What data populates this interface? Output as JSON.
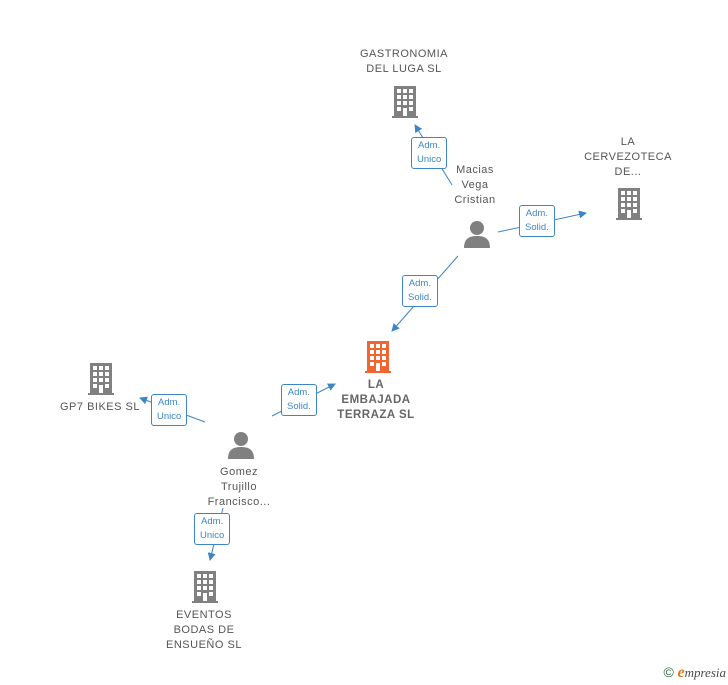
{
  "colors": {
    "building": "#808080",
    "building_main": "#f26430",
    "person": "#808080",
    "edge": "#3d85c6",
    "label": "#555555"
  },
  "nodes": {
    "gastronomia": {
      "lines": [
        "GASTRONOMIA",
        "DEL LUGA  SL"
      ],
      "icon": "building-icon"
    },
    "cervezoteca": {
      "lines": [
        "LA",
        "CERVEZOTECA",
        "DE..."
      ],
      "icon": "building-icon"
    },
    "macias": {
      "lines": [
        "Macias",
        "Vega",
        "Cristian"
      ],
      "icon": "person-icon"
    },
    "embajada": {
      "lines": [
        "LA",
        "EMBAJADA",
        "TERRAZA  SL"
      ],
      "icon": "building-icon"
    },
    "gp7": {
      "lines": [
        "GP7 BIKES  SL"
      ],
      "icon": "building-icon"
    },
    "gomez": {
      "lines": [
        "Gomez",
        "Trujillo",
        "Francisco..."
      ],
      "icon": "person-icon"
    },
    "eventos": {
      "lines": [
        "EVENTOS",
        "BODAS DE",
        "ENSUEÑO  SL"
      ],
      "icon": "building-icon"
    }
  },
  "edges": {
    "macias_gastronomia": {
      "lines": [
        "Adm.",
        "Unico"
      ]
    },
    "macias_cervezoteca": {
      "lines": [
        "Adm.",
        "Solid."
      ]
    },
    "macias_embajada": {
      "lines": [
        "Adm.",
        "Solid."
      ]
    },
    "gomez_embajada": {
      "lines": [
        "Adm.",
        "Solid."
      ]
    },
    "gomez_gp7": {
      "lines": [
        "Adm.",
        "Unico"
      ]
    },
    "gomez_eventos": {
      "lines": [
        "Adm.",
        "Unico"
      ]
    }
  },
  "footer": {
    "copyright": "©",
    "brand_first": "e",
    "brand_rest": "mpresia"
  }
}
